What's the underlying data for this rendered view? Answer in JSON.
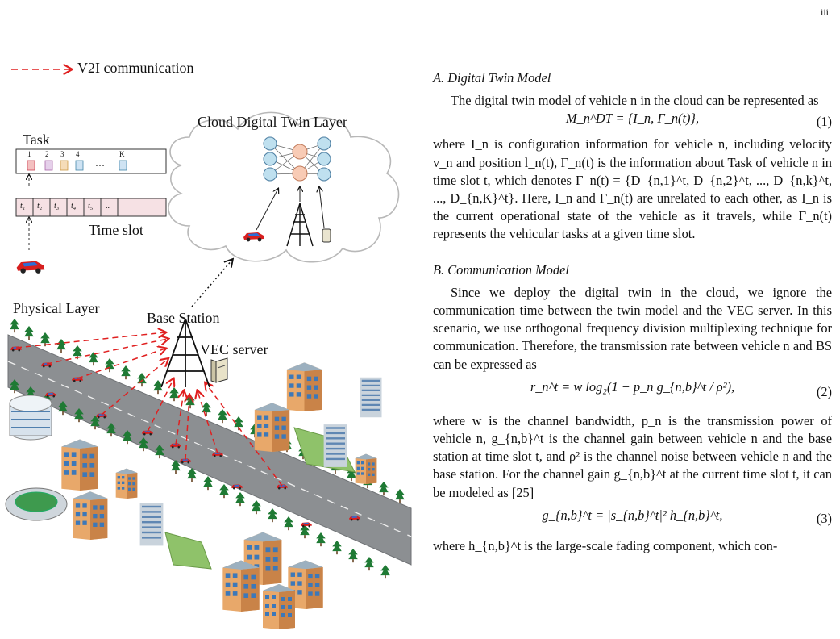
{
  "page": {
    "number": "iii"
  },
  "figure": {
    "legend": "V2I communication",
    "cloud_label": "Cloud Digital Twin Layer",
    "task_label": "Task",
    "task_indices": [
      "1",
      "2",
      "3",
      "4",
      "…",
      "K"
    ],
    "time_slot_label": "Time slot",
    "time_slots": [
      "t₁",
      "t₂",
      "t₃",
      "t₄",
      "t₅",
      ".."
    ],
    "physical_label": "Physical Layer",
    "base_station_label": "Base Station",
    "vec_server_label": "VEC server"
  },
  "sections": {
    "a_title": "A. Digital Twin Model",
    "a_p1": "The digital twin model of vehicle n in the cloud can be represented as",
    "eq1": "M_n^DT = {I_n, Γ_n(t)},",
    "eq1_num": "(1)",
    "a_p2": "where I_n is configuration information for vehicle n, including velocity v_n and position l_n(t), Γ_n(t) is the information about Task of vehicle n in time slot t, which denotes Γ_n(t) = {D_{n,1}^t, D_{n,2}^t, ..., D_{n,k}^t, ..., D_{n,K}^t}. Here, I_n and Γ_n(t) are unrelated to each other, as I_n is the current operational state of the vehicle as it travels, while Γ_n(t) represents the vehicular tasks at a given time slot.",
    "b_title": "B. Communication Model",
    "b_p1": "Since we deploy the digital twin in the cloud, we ignore the communication time between the twin model and the VEC server. In this scenario, we use orthogonal frequency division multiplexing technique for communication. Therefore, the transmission rate between vehicle n and BS can be expressed as",
    "eq2": "r_n^t = w log₂(1 + p_n g_{n,b}^t / ρ²),",
    "eq2_num": "(2)",
    "b_p2": "where w is the channel bandwidth, p_n is the transmission power of vehicle n, g_{n,b}^t is the channel gain between vehicle n and the base station at time slot t, and ρ² is the channel noise between vehicle n and the base station. For the channel gain g_{n,b}^t at the current time slot t, it can be modeled as [25]",
    "eq3": "g_{n,b}^t = |s_{n,b}^t|² h_{n,b}^t,",
    "eq3_num": "(3)",
    "b_p3": "where h_{n,b}^t is the large-scale fading component, which con-"
  }
}
